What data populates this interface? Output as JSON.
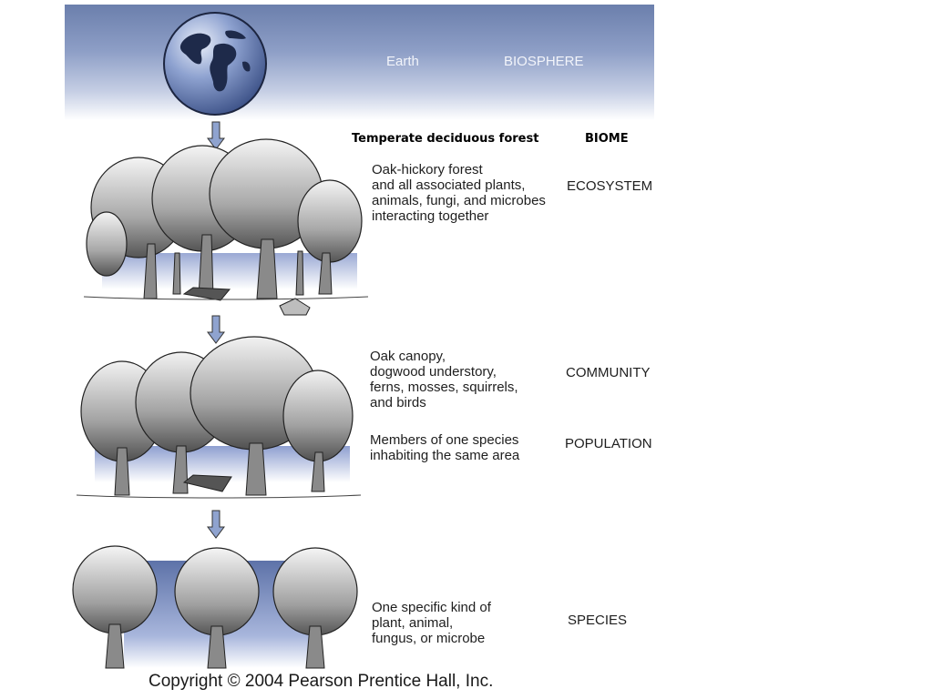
{
  "levels": {
    "biosphere": {
      "label": "BIOSPHERE",
      "item": "Earth"
    },
    "biome": {
      "label": "BIOME",
      "item": "Temperate deciduous forest"
    },
    "ecosystem": {
      "label": "ECOSYSTEM",
      "desc": [
        "Oak-hickory forest",
        "and all associated plants,",
        "animals, fungi, and microbes",
        "interacting together"
      ]
    },
    "community": {
      "label": "COMMUNITY",
      "desc": [
        "Oak canopy,",
        "dogwood understory,",
        "ferns, mosses, squirrels,",
        "and birds"
      ]
    },
    "population": {
      "label": "POPULATION",
      "desc": [
        "Members of one species",
        "inhabiting the same area"
      ]
    },
    "species": {
      "label": "SPECIES",
      "desc": [
        "One specific kind of",
        "plant, animal,",
        "fungus, or microbe"
      ]
    }
  },
  "copyright": "Copyright © 2004 Pearson Prentice Hall, Inc.",
  "colors": {
    "band_top": "#6b7fac",
    "arrow": "#8fa3cf",
    "earth": "#6f86bd"
  }
}
